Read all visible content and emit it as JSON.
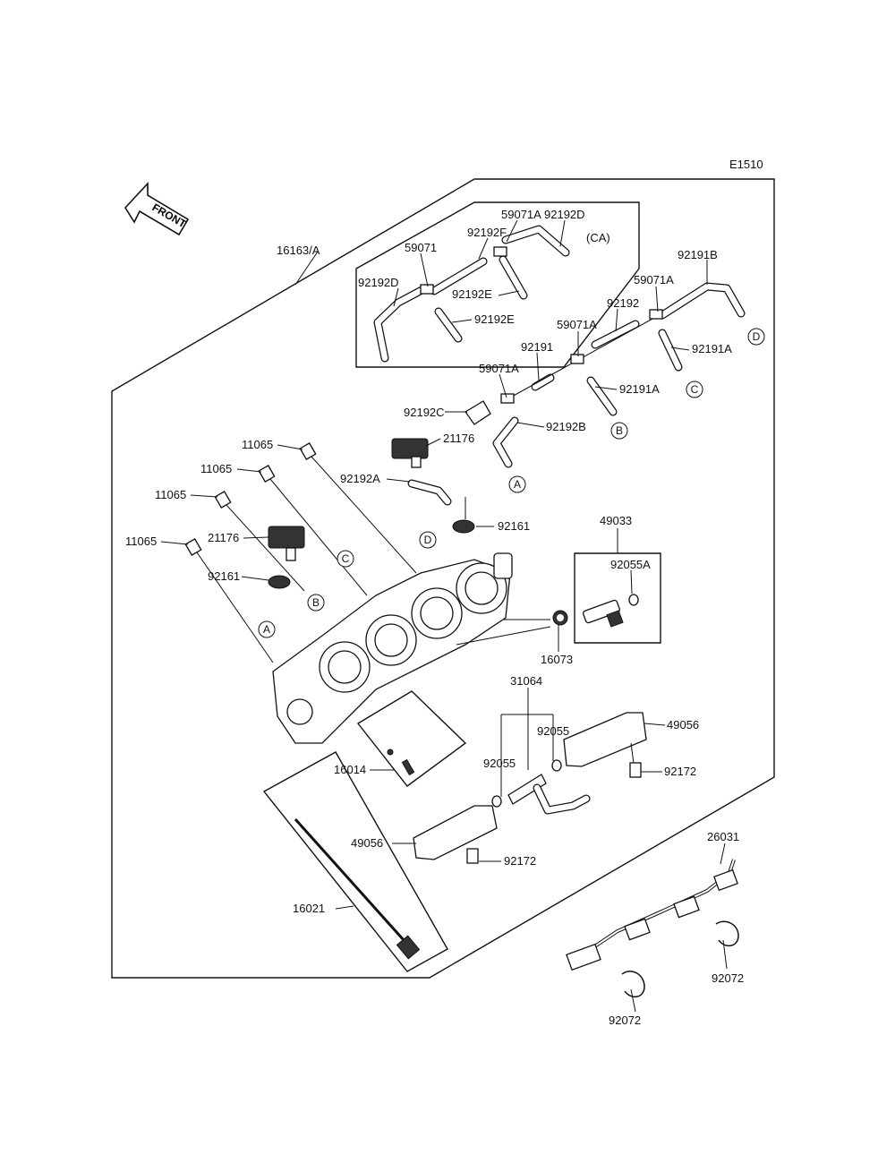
{
  "diagram_code": "E1510",
  "front_label": "FRONT",
  "ca_label": "(CA)",
  "parts": {
    "p16163A": "16163/A",
    "p59071A_top": "59071A",
    "p92192D_top": "92192D",
    "p59071": "59071",
    "p92192F": "92192F",
    "p92192D_left": "92192D",
    "p92192E_a": "92192E",
    "p92192E_b": "92192E",
    "p92191B": "92191B",
    "p59071A_r1": "59071A",
    "p92192": "92192",
    "p59071A_r2": "59071A",
    "p92191A_r": "92191A",
    "p92191": "92191",
    "p59071A_r3": "59071A",
    "p92191A_m": "92191A",
    "p92192C": "92192C",
    "p92192B": "92192B",
    "p11065_a": "11065",
    "p21176_a": "21176",
    "p11065_b": "11065",
    "p92192A": "92192A",
    "p11065_c": "11065",
    "p92161_a": "92161",
    "p21176_b": "21176",
    "p11065_d": "11065",
    "p92161_b": "92161",
    "p49033": "49033",
    "p92055A": "92055A",
    "p16073": "16073",
    "p31064": "31064",
    "p92055_a": "92055",
    "p92055_b": "92055",
    "p49056_a": "49056",
    "p92172_a": "92172",
    "p16014": "16014",
    "p49056_b": "49056",
    "p92172_b": "92172",
    "p16021": "16021",
    "p26031": "26031",
    "p92072_a": "92072",
    "p92072_b": "92072"
  },
  "connectors": {
    "A1": "A",
    "A2": "A",
    "B1": "B",
    "B2": "B",
    "C1": "C",
    "C2": "C",
    "D1": "D",
    "D2": "D"
  }
}
